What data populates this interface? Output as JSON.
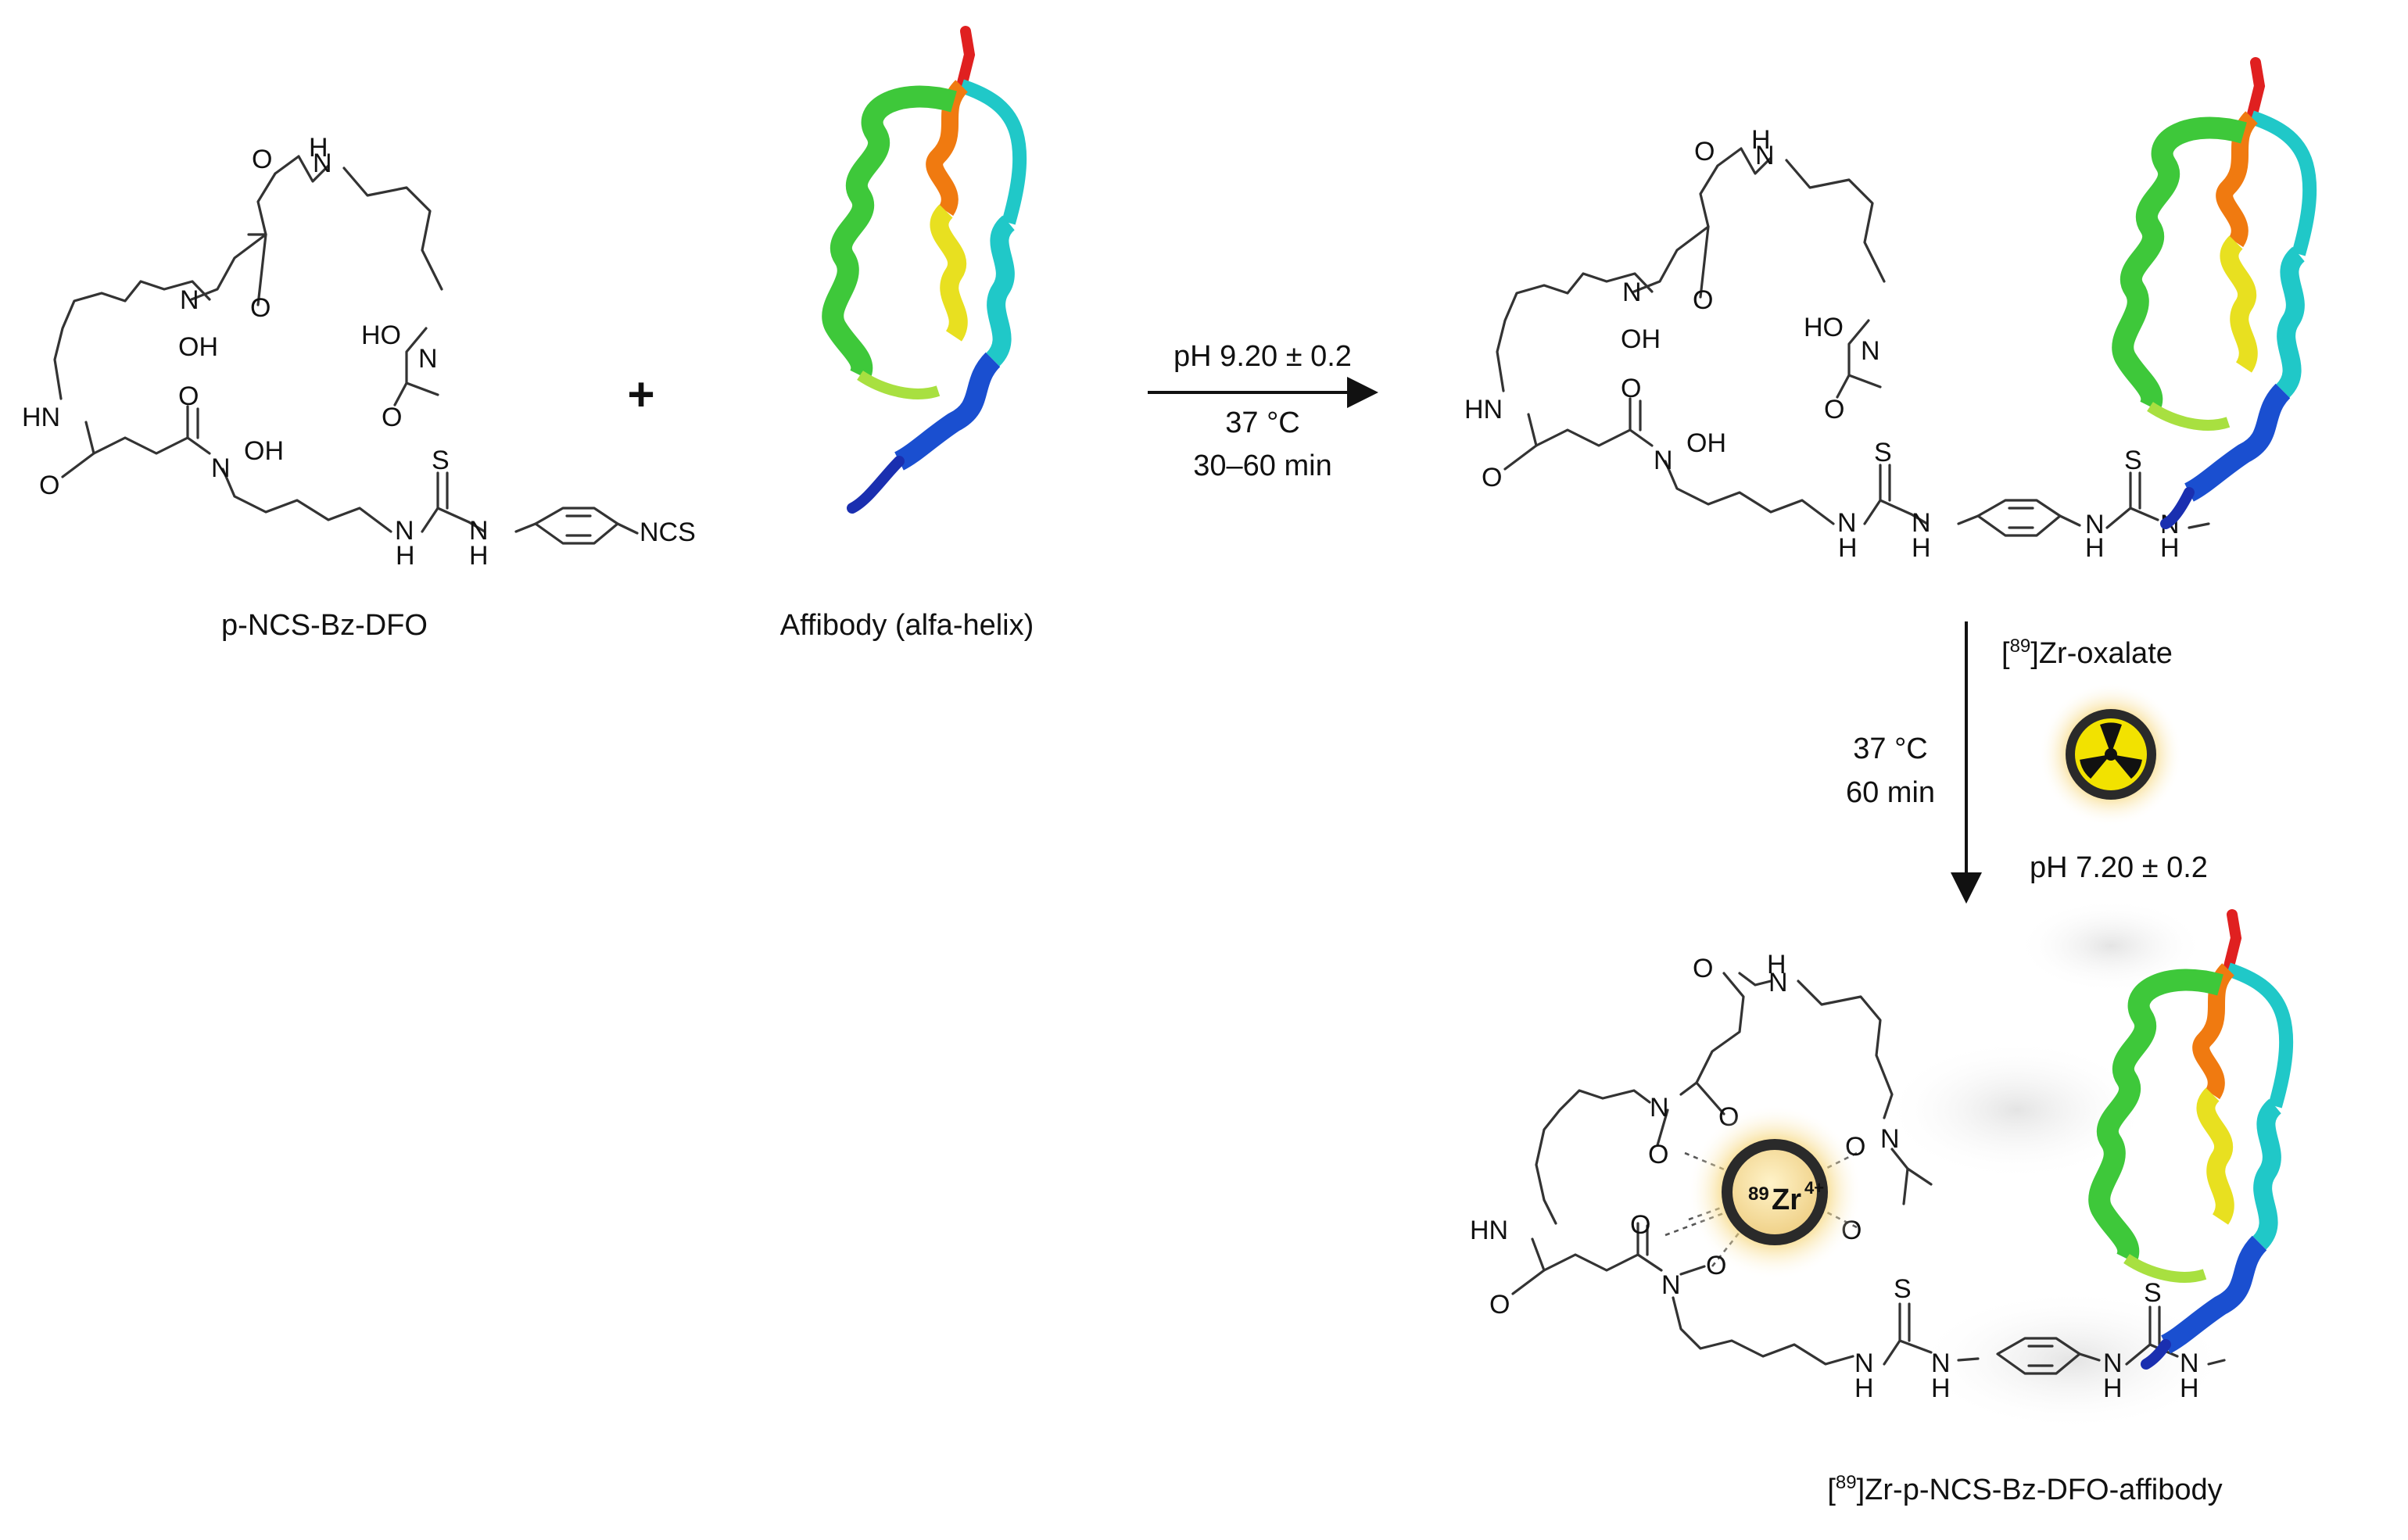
{
  "reactant_label": "p-NCS-Bz-DFO",
  "protein_label": "Affibody (alfa-helix)",
  "plus_sign": "+",
  "step1": {
    "ph": "pH 9.20 ± 0.2",
    "temp": "37 °C",
    "time": "30–60 min"
  },
  "step2": {
    "reagent_mass": "89",
    "reagent_name": "]Zr-oxalate",
    "temp": "37 °C",
    "time": "60 min",
    "ph": "pH 7.20 ± 0.2",
    "icon": "radiation-hazard-icon"
  },
  "zr_ion": {
    "mass": "89",
    "symbol": "Zr",
    "charge": "4+"
  },
  "product_label": {
    "mass": "89",
    "name": "]Zr-p-NCS-Bz-DFO-affibody"
  },
  "atoms": {
    "O": "O",
    "N": "N",
    "NH": "NH",
    "H": "H",
    "HN": "HN",
    "OH": "OH",
    "HO": "HO",
    "S": "S",
    "NCS": "NCS"
  },
  "colors": {
    "helix_red": "#e02020",
    "helix_orange": "#f07a10",
    "helix_yellow": "#e8e020",
    "helix_green": "#3ec83a",
    "helix_cyan": "#20c8c8",
    "helix_blue": "#1a4fd0",
    "glow": "#f6d67a",
    "radiation_yellow": "#f2e200"
  }
}
